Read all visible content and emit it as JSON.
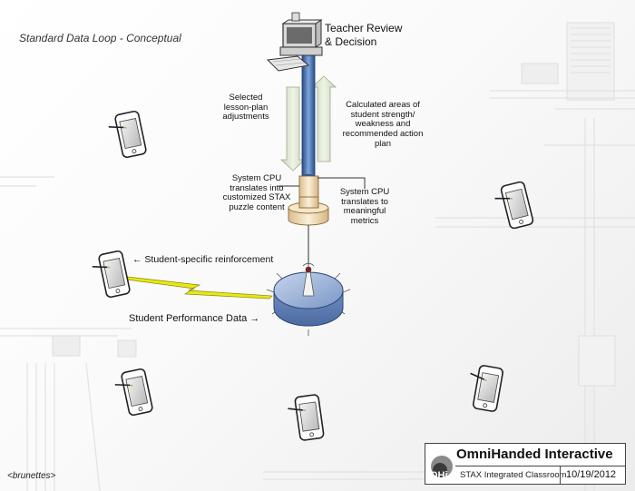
{
  "diagram": {
    "title": "Standard Data Loop - Conceptual",
    "teacher": "Teacher Review & Decision",
    "selected_adjustments": "Selected lesson-plan adjustments",
    "calculated_areas": "Calculated areas of student strength/ weakness and recommended action plan",
    "cpu_translates_content": "System CPU translates into customized STAX puzzle content",
    "cpu_translates_metrics": "System CPU translates to meaningful metrics",
    "student_reinforcement": "← Student-specific reinforcement",
    "performance_data": "Student Performance Data →",
    "credit": "<brunettes>"
  },
  "title_block": {
    "company": "OmniHanded Interactive",
    "project": "STAX Integrated Classroom",
    "date": "10/19/2012",
    "logo_text": "OHi"
  },
  "colors": {
    "pipe_blue": "#3f6fb0",
    "arrow_green": "#dfe8d2",
    "bolt_yellow": "#e8e812",
    "base_tan": "#efdcbc",
    "hub_blue": "#7f9cc8"
  },
  "icons": {
    "tablet": "tablet-icon",
    "computer": "computer-icon",
    "lightning": "lightning-bolt-icon",
    "hub": "wireless-hub-icon"
  }
}
